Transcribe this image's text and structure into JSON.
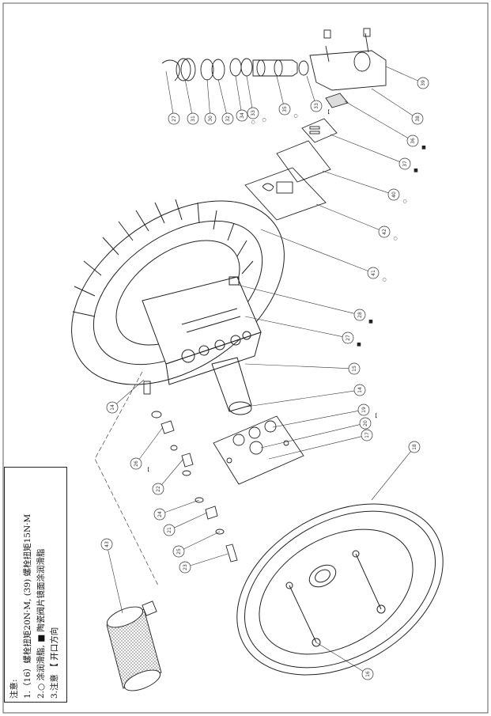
{
  "notes": {
    "title": "注意:",
    "line1": "1.（16）螺栓扭矩20N·M, (39) 螺栓扭矩15N·M",
    "line2": "2.○ 涂润滑脂, ■ 陶瓷阀片镜面涂润滑脂",
    "line3": "3.注意 【 开口方向"
  },
  "callouts": [
    {
      "id": "27",
      "marker": ""
    },
    {
      "id": "31",
      "marker": ""
    },
    {
      "id": "30",
      "marker": ""
    },
    {
      "id": "32",
      "marker": ""
    },
    {
      "id": "34",
      "marker": "○"
    },
    {
      "id": "33",
      "marker": "○"
    },
    {
      "id": "35",
      "marker": "○"
    },
    {
      "id": "33",
      "marker": "【"
    },
    {
      "id": "39",
      "marker": ""
    },
    {
      "id": "38",
      "marker": ""
    },
    {
      "id": "36",
      "marker": "■"
    },
    {
      "id": "37",
      "marker": "■"
    },
    {
      "id": "40",
      "marker": "○"
    },
    {
      "id": "42",
      "marker": "○"
    },
    {
      "id": "41",
      "marker": "○"
    },
    {
      "id": "28",
      "marker": "■"
    },
    {
      "id": "27",
      "marker": "■"
    },
    {
      "id": "15",
      "marker": ""
    },
    {
      "id": "14",
      "marker": ""
    },
    {
      "id": "19",
      "marker": "【"
    },
    {
      "id": "20",
      "marker": ""
    },
    {
      "id": "17",
      "marker": ""
    },
    {
      "id": "18",
      "marker": ""
    },
    {
      "id": "14",
      "marker": ""
    },
    {
      "id": "26",
      "marker": "【"
    },
    {
      "id": "22",
      "marker": ""
    },
    {
      "id": "24",
      "marker": ""
    },
    {
      "id": "21",
      "marker": ""
    },
    {
      "id": "25",
      "marker": ""
    },
    {
      "id": "23",
      "marker": ""
    },
    {
      "id": "43",
      "marker": ""
    },
    {
      "id": "16",
      "marker": ""
    }
  ]
}
